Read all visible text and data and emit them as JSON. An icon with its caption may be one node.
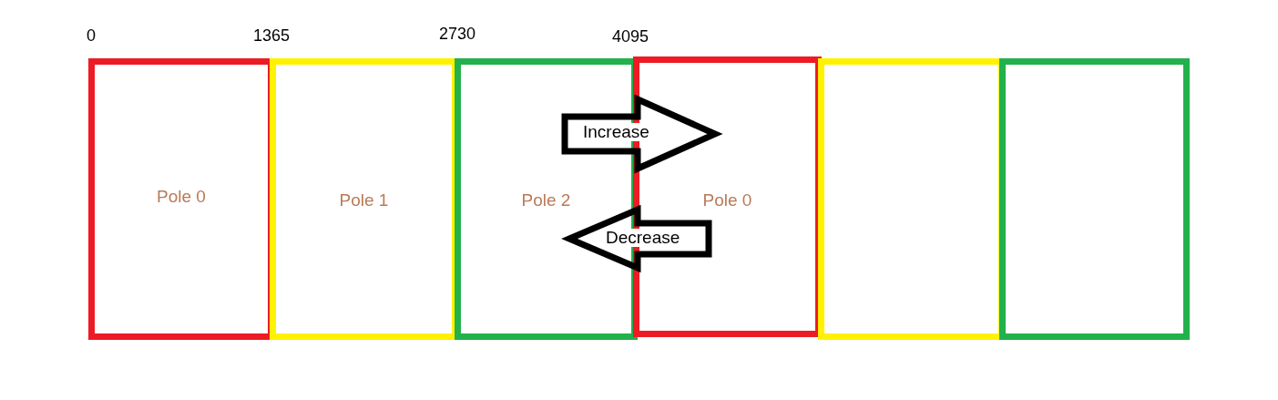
{
  "diagram": {
    "nodes": [
      {
        "text": [
          "Pole 0"
        ]
      },
      {
        "text": [
          "Pole 1"
        ]
      },
      {
        "text": [
          "Pole 2"
        ]
      },
      {
        "text": [
          "Pole 0"
        ]
      },
      {
        "text": [],
        "shape": "box"
      },
      {
        "text": [],
        "shape": "box"
      }
    ],
    "edges": [
      {
        "from": 2,
        "to": 3,
        "arrow": "to",
        "label": "Increase",
        "style": "thick"
      },
      {
        "from": 3,
        "to": 2,
        "arrow": "to",
        "label": "Decrease",
        "style": "thick"
      }
    ],
    "labels": [
      "0",
      "1365",
      "2730",
      "4095"
    ]
  }
}
